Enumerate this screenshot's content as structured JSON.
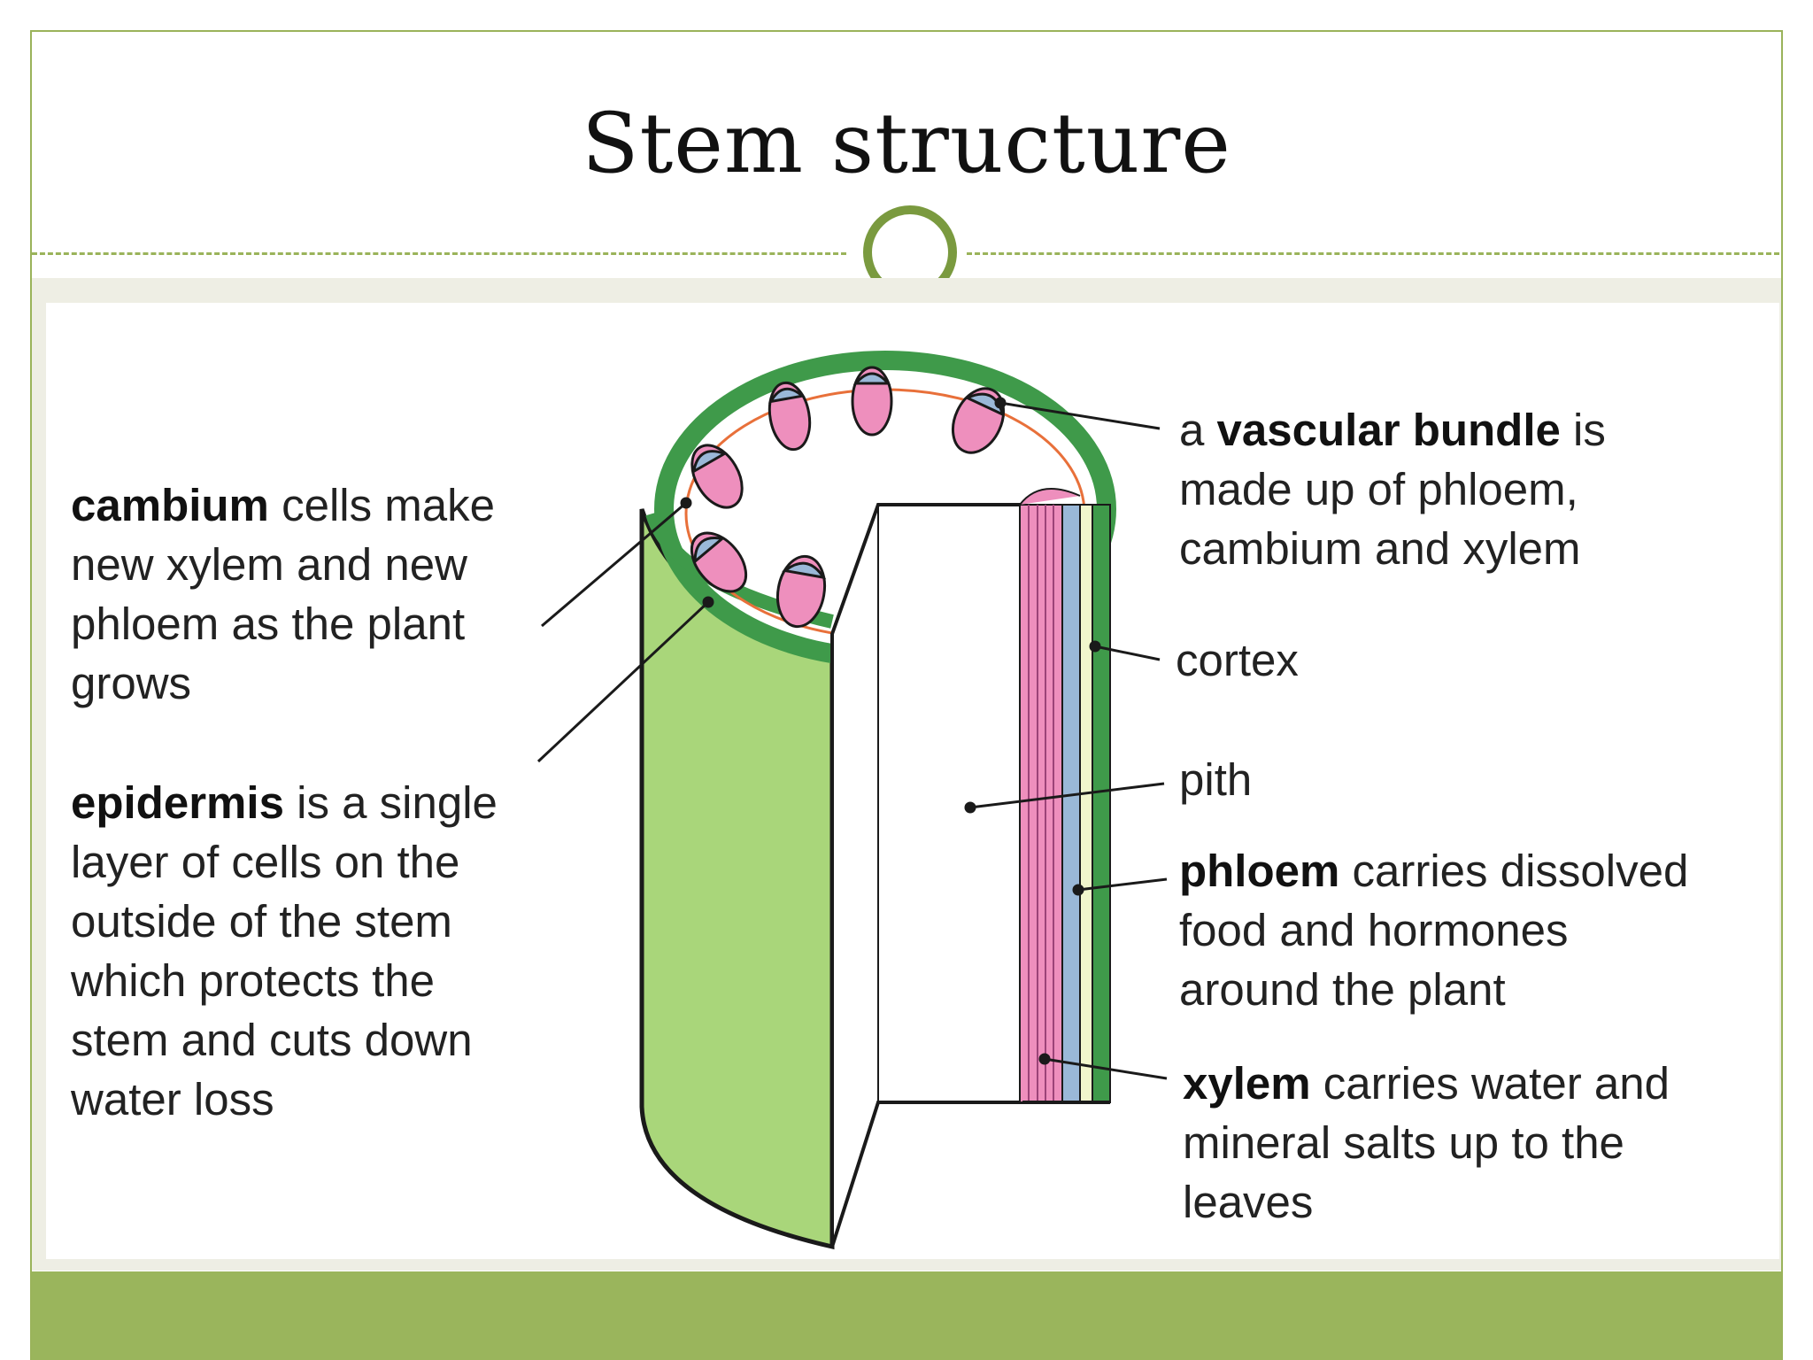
{
  "slide": {
    "title": "Stem structure"
  },
  "labels": {
    "cambium": {
      "term": "cambium",
      "line1_rest": " cells make",
      "line2": "new xylem and new",
      "line3": "phloem as the plant",
      "line4": "grows"
    },
    "epidermis": {
      "term": "epidermis",
      "line1_rest": " is a single",
      "line2": "layer of cells on the",
      "line3": "outside of the stem",
      "line4": "which protects the",
      "line5": "stem and cuts down",
      "line6": "water loss"
    },
    "vascular_bundle": {
      "pre": "a ",
      "term": "vascular bundle",
      "line1_rest": " is",
      "line2": "made up of phloem,",
      "line3": "cambium and xylem"
    },
    "cortex": {
      "text": "cortex"
    },
    "pith": {
      "text": "pith"
    },
    "phloem": {
      "term": "phloem",
      "line1_rest": " carries dissolved",
      "line2": "food and hormones",
      "line3": "around the plant"
    },
    "xylem": {
      "term": "xylem",
      "line1_rest": " carries water and",
      "line2": "mineral salts up to the",
      "line3": "leaves"
    }
  },
  "colors": {
    "accent_green": "#9ab55c",
    "ring_green": "#7a9a3f",
    "epidermis_dark": "#3f9a4a",
    "cortex_light": "#a9d67a",
    "phloem_pink": "#ee8fbd",
    "xylem_blue": "#9ab8d8",
    "cambium_orange": "#e8703a"
  }
}
